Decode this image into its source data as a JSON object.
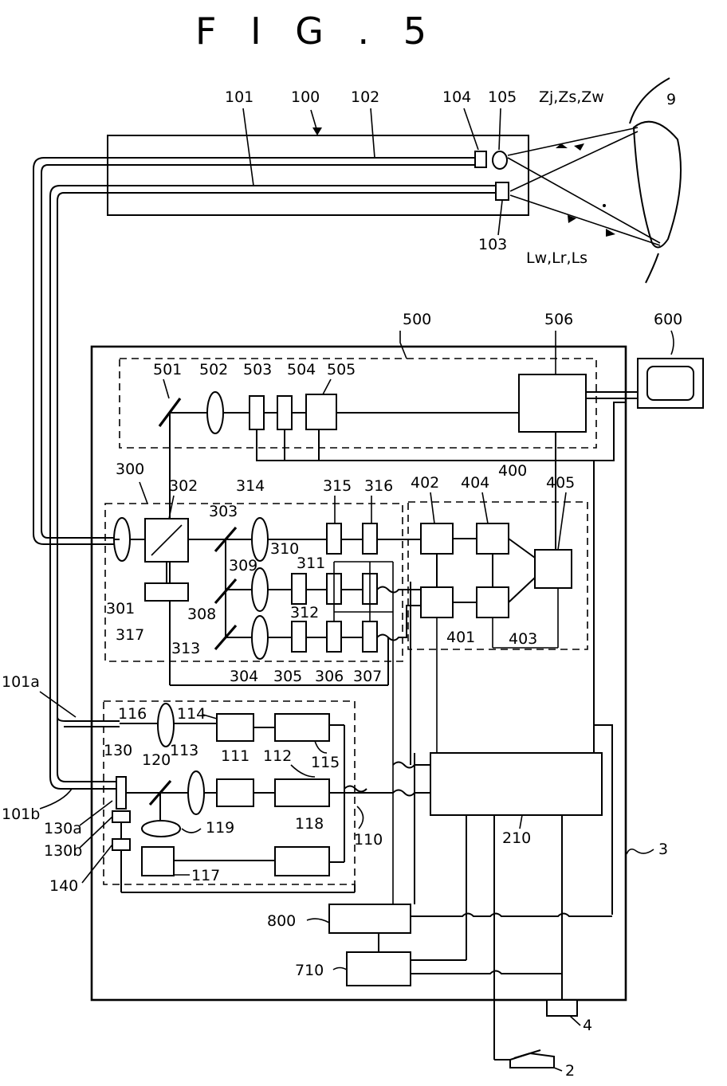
{
  "figure": {
    "title": "F I G . 5"
  },
  "labels": {
    "l9": "9",
    "l100": "100",
    "l101": "101",
    "l102": "102",
    "l103": "103",
    "l104": "104",
    "l105": "105",
    "zj": "Zj,Zs,Zw",
    "lw": "Lw,Lr,Ls",
    "l500": "500",
    "l501": "501",
    "l502": "502",
    "l503": "503",
    "l504": "504",
    "l505": "505",
    "l506": "506",
    "l600": "600",
    "l300": "300",
    "l301": "301",
    "l302": "302",
    "l303": "303",
    "l304": "304",
    "l305": "305",
    "l306": "306",
    "l307": "307",
    "l308": "308",
    "l309": "309",
    "l310": "310",
    "l311": "311",
    "l312": "312",
    "l313": "313",
    "l314": "314",
    "l315": "315",
    "l316": "316",
    "l317": "317",
    "l400": "400",
    "l401": "401",
    "l402": "402",
    "l403": "403",
    "l404": "404",
    "l405": "405",
    "l101a": "101a",
    "l101b": "101b",
    "l110": "110",
    "l111": "111",
    "l112": "112",
    "l113": "113",
    "l114": "114",
    "l115": "115",
    "l116": "116",
    "l117": "117",
    "l118": "118",
    "l119": "119",
    "l120": "120",
    "l130": "130",
    "l130a": "130a",
    "l130b": "130b",
    "l140": "140",
    "l210": "210",
    "l800": "800",
    "l710": "710",
    "l3": "3",
    "l4": "4",
    "l2": "2"
  }
}
